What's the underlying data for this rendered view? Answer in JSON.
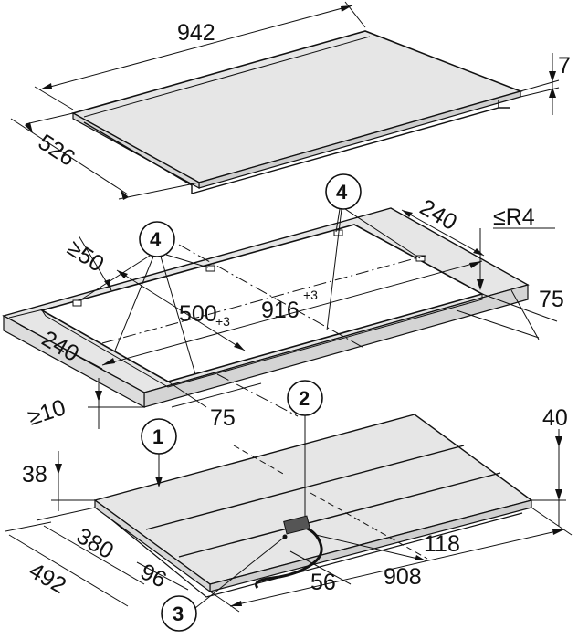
{
  "dimensions": {
    "top_width": "942",
    "top_thickness": "7",
    "top_depth": "526",
    "frame_side": "240",
    "frame_radius": "≤R4",
    "frame_min_top": "≥50",
    "cutout_depth": "500",
    "cutout_depth_tol": "+3",
    "cutout_width": "916",
    "cutout_width_tol": "+3",
    "frame_right": "75",
    "frame_left": "240",
    "frame_bottom": "75",
    "frame_min_front": "≥10",
    "body_right_height": "40",
    "body_left_height": "38",
    "body_depth_inner": "380",
    "body_depth_outer": "492",
    "offset_96": "96",
    "offset_56": "56",
    "offset_118": "118",
    "body_width": "908"
  },
  "callouts": [
    "1",
    "2",
    "3",
    "4"
  ],
  "colors": {
    "line": "#111111",
    "surface_light": "#e6e6e6",
    "surface_dark": "#cfcfcf"
  }
}
